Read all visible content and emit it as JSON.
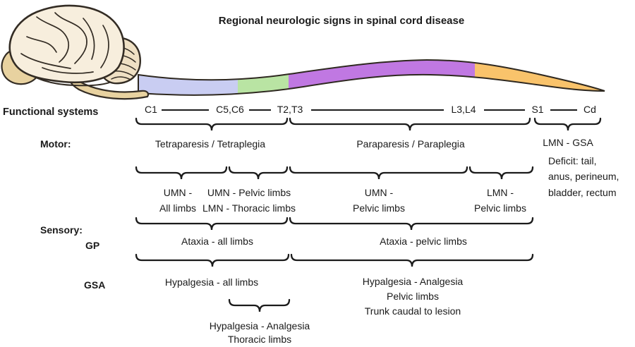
{
  "title": "Regional neurologic signs in spinal cord disease",
  "left_labels": {
    "functional_systems": "Functional systems",
    "motor": "Motor:",
    "sensory": "Sensory:",
    "gp": "GP",
    "gsa": "GSA"
  },
  "segment_scale": [
    "C1",
    "C5,C6",
    "T2,T3",
    "L3,L4",
    "S1",
    "Cd"
  ],
  "cord_colors": {
    "cervical": "#c9cdf2",
    "cervicothoracic": "#b9e4a3",
    "thoracolumbar": "#c078e2",
    "caudal": "#f9c36b",
    "outline": "#2e2820",
    "brain_fill": "#f7eedd",
    "brain_tan": "#e8d2a0",
    "cerebellum_fill": "#efe0c4"
  },
  "motor_row": {
    "c1_t2": "Tetraparesis / Tetraplegia",
    "t3_s1": "Paraparesis / Paraplegia",
    "s1_cd": "LMN - GSA",
    "deficit": [
      "Deficit: tail,",
      "anus, perineum,",
      "bladder, rectum"
    ]
  },
  "neuron_row": {
    "c1_c5": [
      "UMN -",
      "All limbs"
    ],
    "c6_t2": [
      "UMN - Pelvic limbs",
      "LMN - Thoracic limbs"
    ],
    "t3_l3": [
      "UMN -",
      "Pelvic limbs"
    ],
    "l4_s1": [
      "LMN -",
      "Pelvic limbs"
    ]
  },
  "gp_row": {
    "left": "Ataxia - all limbs",
    "right": "Ataxia - pelvic limbs"
  },
  "gsa_row": {
    "left": "Hypalgesia - all limbs",
    "right": [
      "Hypalgesia - Analgesia",
      "Pelvic limbs",
      "Trunk caudal to lesion"
    ],
    "thoracic": [
      "Hypalgesia - Analgesia",
      "Thoracic limbs"
    ]
  }
}
